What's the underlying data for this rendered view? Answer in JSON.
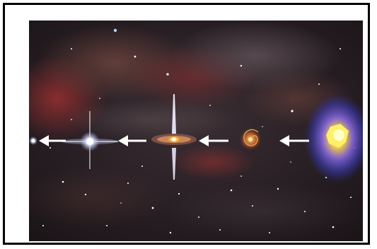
{
  "image": {
    "colors": {
      "space_background": "#221a1e",
      "nebula_red": "#8a2a2a",
      "star_white": "#ffffff",
      "galaxy_core": "#ffd86a",
      "quasar_blue": "#5a55c8",
      "arrow": "#ffffff",
      "frame_border": "#000000"
    },
    "objects": [
      "point-star",
      "bright-star",
      "spiral-galaxy-with-jets",
      "small-spiral-galaxy",
      "blue-quasar"
    ]
  }
}
